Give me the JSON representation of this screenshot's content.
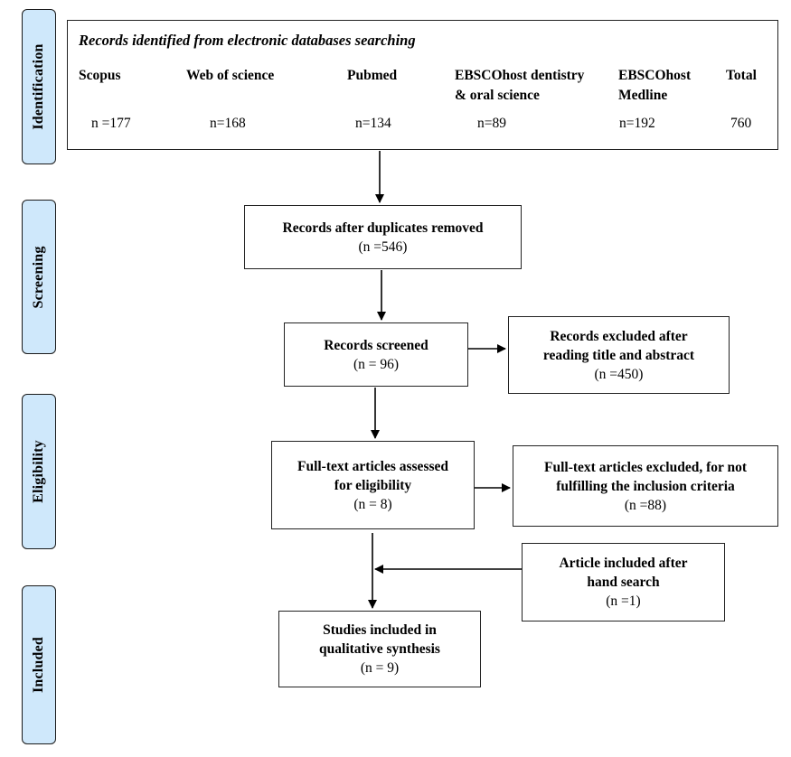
{
  "phases": {
    "identification": "Identification",
    "screening": "Screening",
    "eligibility": "Eligibility",
    "included": "Included"
  },
  "identification": {
    "title": "Records identified from electronic databases searching",
    "databases": [
      {
        "name": "Scopus",
        "count": "n =177"
      },
      {
        "name": "Web of science",
        "count": "n=168"
      },
      {
        "name": "Pubmed",
        "count": "n=134"
      },
      {
        "name_line1": "EBSCOhost dentistry",
        "name_line2": "& oral science",
        "count": "n=89"
      },
      {
        "name_line1": "EBSCOhost",
        "name_line2": "Medline",
        "count": "n=192"
      },
      {
        "name": "Total",
        "count": "760"
      }
    ]
  },
  "duplicates": {
    "line1": "Records after duplicates removed",
    "count": "(n =546)"
  },
  "screened": {
    "line1": "Records screened",
    "count": "(n = 96)"
  },
  "excluded_title": {
    "line1": "Records excluded after",
    "line2": "reading title and abstract",
    "count": "(n =450)"
  },
  "fulltext": {
    "line1": "Full-text articles assessed",
    "line2": "for eligibility",
    "count": "(n = 8)"
  },
  "fulltext_excluded": {
    "line1": "Full-text articles excluded, for not",
    "line2": "fulfilling the inclusion criteria",
    "count": "(n =88)"
  },
  "hand_search": {
    "line1": "Article included after",
    "line2": "hand search",
    "count": "(n =1)"
  },
  "included": {
    "line1": "Studies included in",
    "line2": "qualitative synthesis",
    "count": "(n = 9)"
  }
}
